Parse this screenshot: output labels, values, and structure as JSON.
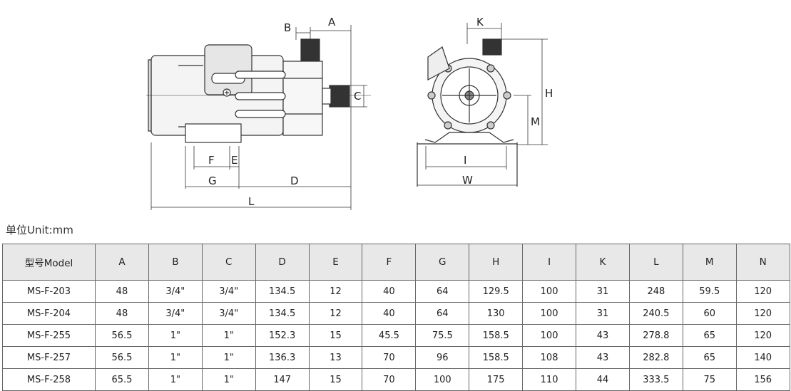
{
  "drawing": {
    "side_view_labels": {
      "A": "A",
      "B": "B",
      "C": "C",
      "D": "D",
      "E": "E",
      "F": "F",
      "G": "G",
      "L": "L"
    },
    "front_view_labels": {
      "K": "K",
      "H": "H",
      "M": "M",
      "I": "I",
      "W": "W"
    }
  },
  "unit_label": "单位Unit:mm",
  "table": {
    "headers": [
      "型号Model",
      "A",
      "B",
      "C",
      "D",
      "E",
      "F",
      "G",
      "H",
      "I",
      "K",
      "L",
      "M",
      "N"
    ],
    "rows": [
      [
        "MS-F-203",
        "48",
        "3/4\"",
        "3/4\"",
        "134.5",
        "12",
        "40",
        "64",
        "129.5",
        "100",
        "31",
        "248",
        "59.5",
        "120"
      ],
      [
        "MS-F-204",
        "48",
        "3/4\"",
        "3/4\"",
        "134.5",
        "12",
        "40",
        "64",
        "130",
        "100",
        "31",
        "240.5",
        "60",
        "120"
      ],
      [
        "MS-F-255",
        "56.5",
        "1\"",
        "1\"",
        "152.3",
        "15",
        "45.5",
        "75.5",
        "158.5",
        "100",
        "43",
        "278.8",
        "65",
        "120"
      ],
      [
        "MS-F-257",
        "56.5",
        "1\"",
        "1\"",
        "136.3",
        "13",
        "70",
        "96",
        "158.5",
        "108",
        "43",
        "282.8",
        "65",
        "140"
      ],
      [
        "MS-F-258",
        "65.5",
        "1\"",
        "1\"",
        "147",
        "15",
        "70",
        "100",
        "175",
        "110",
        "44",
        "333.5",
        "75",
        "156"
      ]
    ]
  }
}
